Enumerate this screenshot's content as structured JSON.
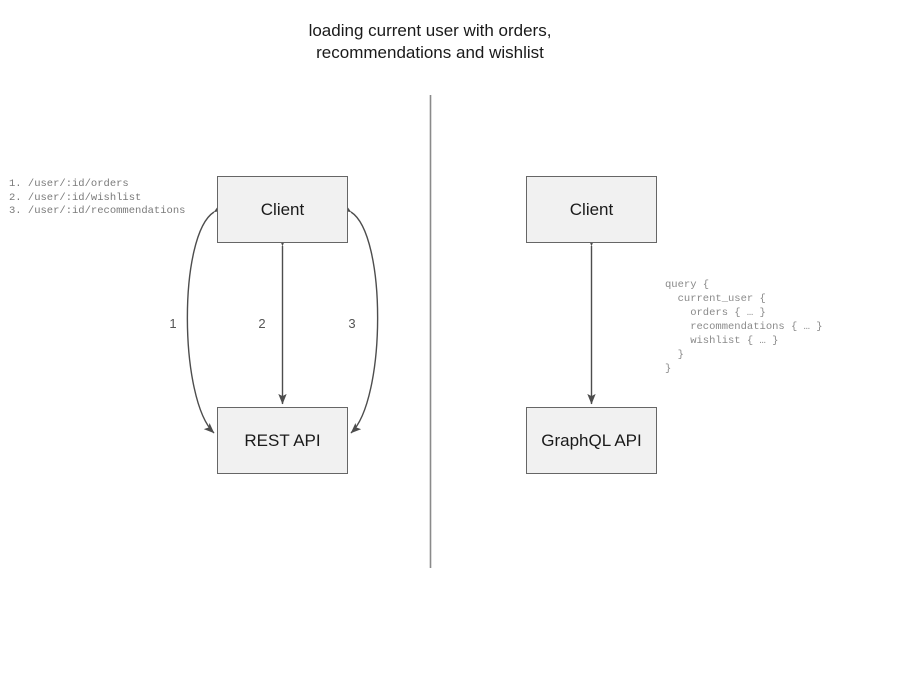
{
  "title": "loading current user with orders,\nrecommendations and wishlist",
  "divider": {
    "name": "vertical-divider",
    "color": "#888888"
  },
  "colors": {
    "box_fill": "#f1f1f1",
    "box_border": "#666666",
    "text": "#1a1a1a",
    "code_text": "#8a8a8a",
    "arrow": "#4d4d4d"
  },
  "left_panel": {
    "name": "rest-approach",
    "endpoints_list": "1. /user/:id/orders\n2. /user/:id/wishlist\n3. /user/:id/recommendations",
    "endpoints": [
      {
        "number": "1.",
        "path": "/user/:id/orders"
      },
      {
        "number": "2.",
        "path": "/user/:id/wishlist"
      },
      {
        "number": "3.",
        "path": "/user/:id/recommendations"
      }
    ],
    "nodes": {
      "client": "Client",
      "api": "REST API"
    },
    "edges": [
      {
        "label": "1",
        "from": "Client",
        "to": "REST API",
        "style": "curved-left",
        "arrowheads": "both"
      },
      {
        "label": "2",
        "from": "Client",
        "to": "REST API",
        "style": "straight",
        "arrowheads": "both"
      },
      {
        "label": "3",
        "from": "Client",
        "to": "REST API",
        "style": "curved-right",
        "arrowheads": "both"
      }
    ]
  },
  "right_panel": {
    "name": "graphql-approach",
    "nodes": {
      "client": "Client",
      "api": "GraphQL API"
    },
    "edges": [
      {
        "label": "",
        "from": "Client",
        "to": "GraphQL API",
        "style": "straight",
        "arrowheads": "both"
      }
    ],
    "query": "query {\n  current_user {\n    orders { … }\n    recommendations { … }\n    wishlist { … }\n  }\n}",
    "query_lines": [
      "query {",
      "  current_user {",
      "    orders { … }",
      "    recommendations { … }",
      "    wishlist { … }",
      "  }",
      "}"
    ]
  }
}
